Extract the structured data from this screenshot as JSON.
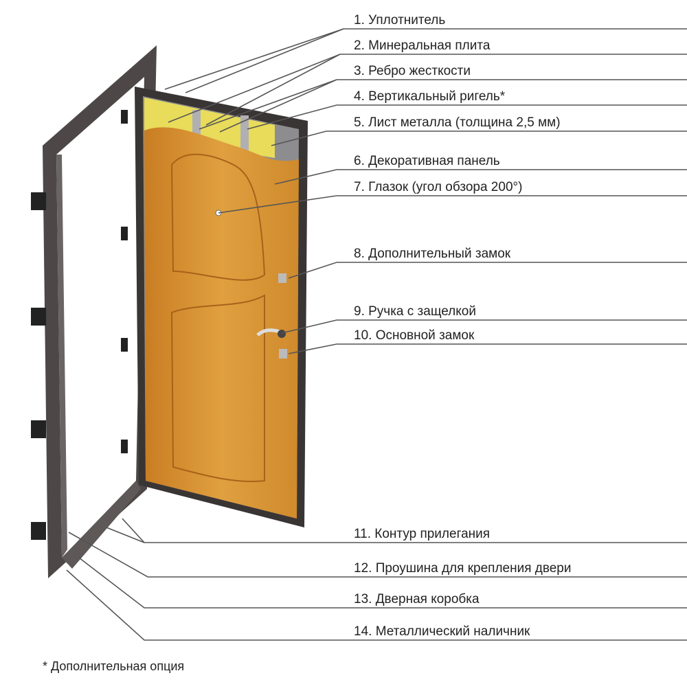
{
  "labels": [
    "1. Уплотнитель",
    "2. Минеральная плита",
    "3. Ребро жесткости",
    "4. Вертикальный ригель*",
    "5. Лист металла (толщина 2,5 мм)",
    "6. Декоративная панель",
    "7. Глазок (угол обзора 200°)",
    "8. Дополнительный замок",
    "9. Ручка с защелкой",
    "10. Основной замок",
    "11. Контур прилегания",
    "12. Проушина для крепления двери",
    "13. Дверная коробка",
    "14. Металлический наличник"
  ],
  "footnote": "* Дополнительная опция",
  "colors": {
    "frame": "#4a4444",
    "wood": "#d8922e",
    "insulation": "#e8dc5a",
    "metal": "#8a8a8e",
    "line": "#555555"
  }
}
